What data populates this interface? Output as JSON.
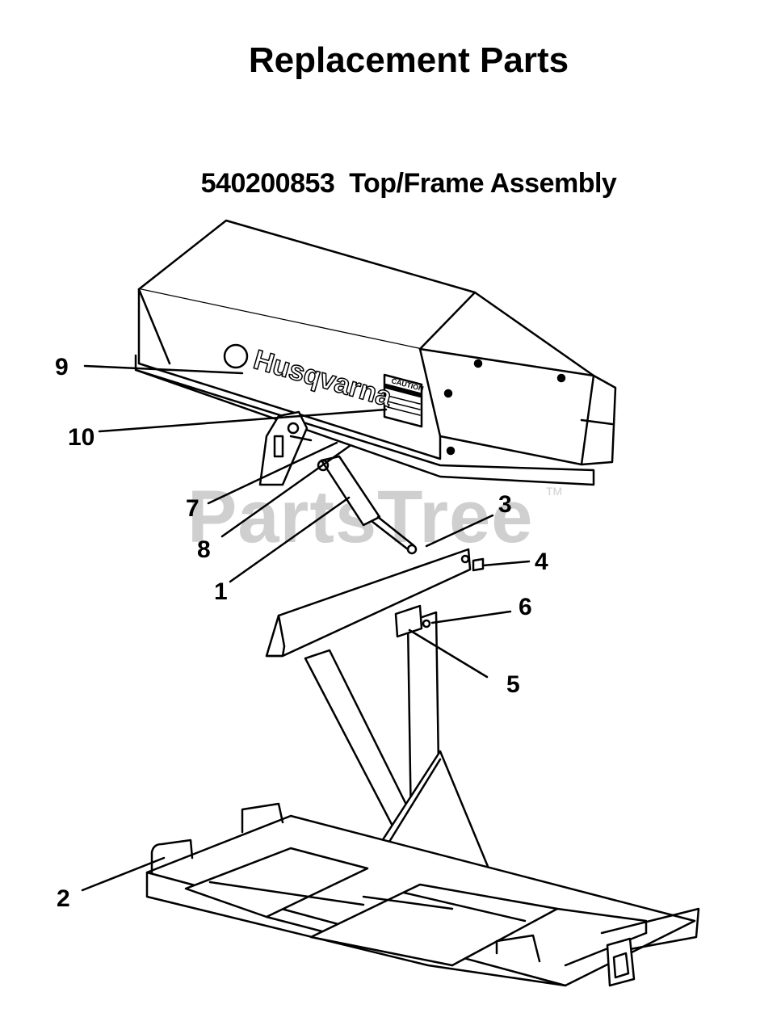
{
  "title": "Replacement Parts",
  "assembly": {
    "part_number": "540200853",
    "name": "Top/Frame Assembly"
  },
  "brand_logo_text": "Husqvarna",
  "caution_label_text": "CAUTION",
  "watermark": "PartsTree",
  "watermark_tm": "TM",
  "callouts": [
    "1",
    "2",
    "3",
    "4",
    "5",
    "6",
    "7",
    "8",
    "9",
    "10"
  ]
}
